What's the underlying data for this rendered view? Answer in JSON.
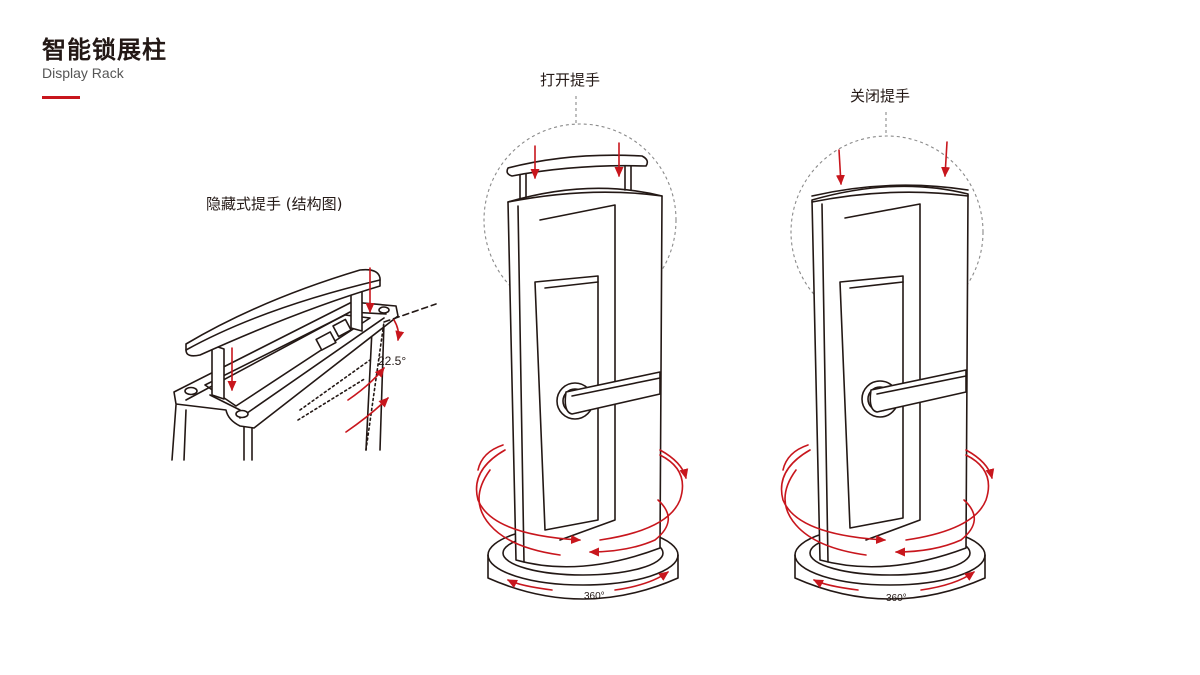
{
  "header": {
    "title": "智能锁展柱",
    "subtitle": "Display Rack"
  },
  "labels": {
    "hidden_handle": "隐藏式提手 (结构图)",
    "open_handle": "打开提手",
    "close_handle": "关闭提手",
    "angle": "22.5°",
    "rotation_left": "360°",
    "rotation_right": "360°"
  },
  "colors": {
    "accent": "#c8161d",
    "ink": "#231815",
    "dashed_circle": "#8a8a8a"
  }
}
